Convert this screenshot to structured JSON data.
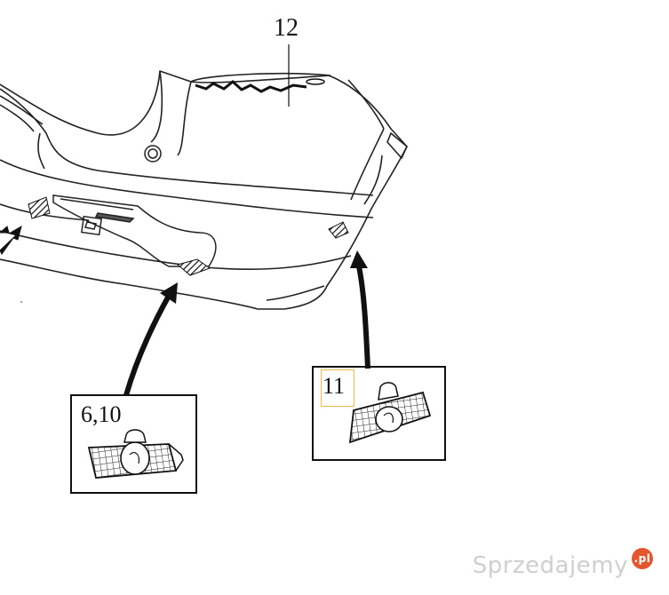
{
  "labels": {
    "top_part": "12",
    "left_box": "6,10",
    "right_box": "11"
  },
  "watermark": {
    "text": "Sprzedajemy",
    "suffix": ".pl"
  },
  "colors": {
    "line": "#111111",
    "watermark": "#cfcfcf",
    "watermark_badge": "#e4572e",
    "highlight": "#f0b84a"
  }
}
